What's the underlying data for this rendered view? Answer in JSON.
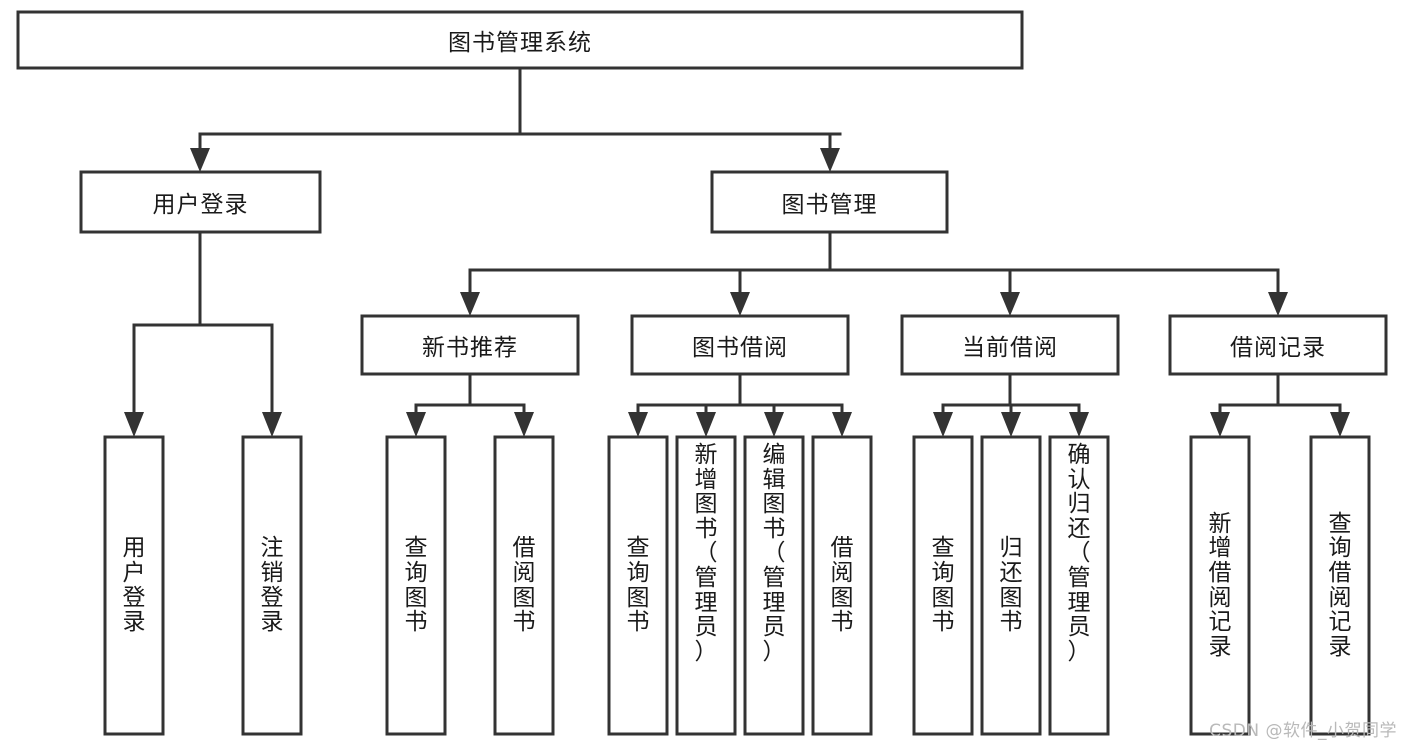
{
  "diagram": {
    "type": "tree-hierarchy-flowchart",
    "orientation": "top-down",
    "root": {
      "id": "root",
      "label": "图书管理系统"
    },
    "level2": [
      {
        "id": "user-login",
        "label": "用户登录"
      },
      {
        "id": "book-manage",
        "label": "图书管理"
      }
    ],
    "level3": [
      {
        "id": "new-book-recommend",
        "label": "新书推荐",
        "parent": "book-manage"
      },
      {
        "id": "book-borrow",
        "label": "图书借阅",
        "parent": "book-manage"
      },
      {
        "id": "current-borrow",
        "label": "当前借阅",
        "parent": "book-manage"
      },
      {
        "id": "borrow-record",
        "label": "借阅记录",
        "parent": "book-manage"
      }
    ],
    "leaves": [
      {
        "id": "leaf-user-login",
        "parent": "user-login",
        "chars": [
          "用",
          "户",
          "登",
          "录"
        ],
        "text": "用户登录"
      },
      {
        "id": "leaf-user-logout",
        "parent": "user-login",
        "chars": [
          "注",
          "销",
          "登",
          "录"
        ],
        "text": "注销登录"
      },
      {
        "id": "leaf-query-book-1",
        "parent": "new-book-recommend",
        "chars": [
          "查",
          "询",
          "图",
          "书"
        ],
        "text": "查询图书"
      },
      {
        "id": "leaf-borrow-book-1",
        "parent": "new-book-recommend",
        "chars": [
          "借",
          "阅",
          "图",
          "书"
        ],
        "text": "借阅图书"
      },
      {
        "id": "leaf-query-book-2",
        "parent": "book-borrow",
        "chars": [
          "查",
          "询",
          "图",
          "书"
        ],
        "text": "查询图书"
      },
      {
        "id": "leaf-add-book",
        "parent": "book-borrow",
        "chars": [
          "新",
          "增",
          "图",
          "书",
          "（",
          "管",
          "理",
          "员",
          "）"
        ],
        "text": "新增图书（管理员）"
      },
      {
        "id": "leaf-edit-book",
        "parent": "book-borrow",
        "chars": [
          "编",
          "辑",
          "图",
          "书",
          "（",
          "管",
          "理",
          "员",
          "）"
        ],
        "text": "编辑图书（管理员）"
      },
      {
        "id": "leaf-borrow-book-2",
        "parent": "book-borrow",
        "chars": [
          "借",
          "阅",
          "图",
          "书"
        ],
        "text": "借阅图书"
      },
      {
        "id": "leaf-query-book-3",
        "parent": "current-borrow",
        "chars": [
          "查",
          "询",
          "图",
          "书"
        ],
        "text": "查询图书"
      },
      {
        "id": "leaf-return-book",
        "parent": "current-borrow",
        "chars": [
          "归",
          "还",
          "图",
          "书"
        ],
        "text": "归还图书"
      },
      {
        "id": "leaf-confirm-return",
        "parent": "current-borrow",
        "chars": [
          "确",
          "认",
          "归",
          "还",
          "（",
          "管",
          "理",
          "员",
          "）"
        ],
        "text": "确认归还（管理员）"
      },
      {
        "id": "leaf-add-record",
        "parent": "borrow-record",
        "chars": [
          "新",
          "增",
          "借",
          "阅",
          "记",
          "录"
        ],
        "text": "新增借阅记录"
      },
      {
        "id": "leaf-query-record",
        "parent": "borrow-record",
        "chars": [
          "查",
          "询",
          "借",
          "阅",
          "记",
          "录"
        ],
        "text": "查询借阅记录"
      }
    ],
    "colors": {
      "box_stroke": "#333333",
      "box_fill": "#ffffff",
      "text": "#1a1a1a",
      "background": "#ffffff",
      "watermark": "#b9b9b9"
    }
  },
  "watermark": {
    "text": "CSDN @软件_小贺同学"
  }
}
